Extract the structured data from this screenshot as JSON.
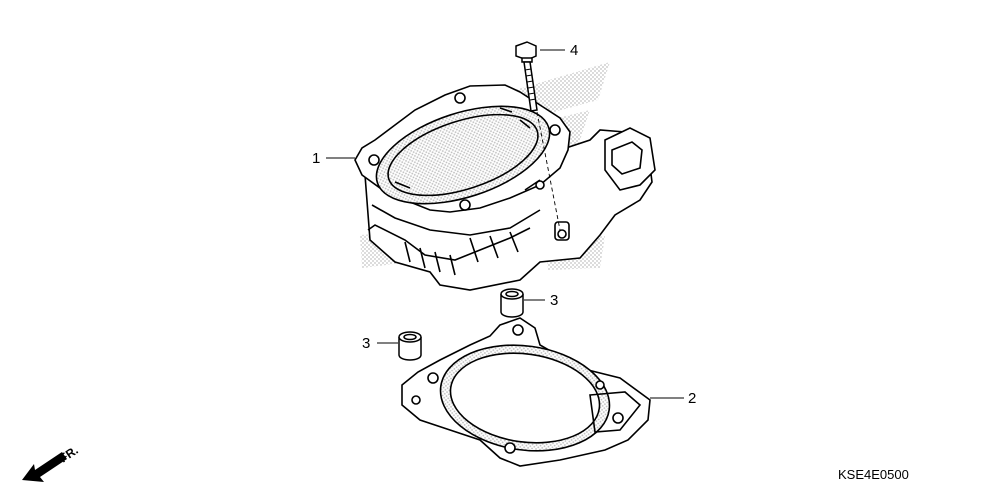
{
  "callouts": {
    "cylinder": "1",
    "gasket": "2",
    "dowel_a": "3",
    "dowel_b": "3",
    "bolt": "4"
  },
  "direction_label": "FR.",
  "diagram_code": "KSE4E0500",
  "colors": {
    "line": "#000000",
    "watermark": "#d4d4d4",
    "background": "#ffffff"
  }
}
